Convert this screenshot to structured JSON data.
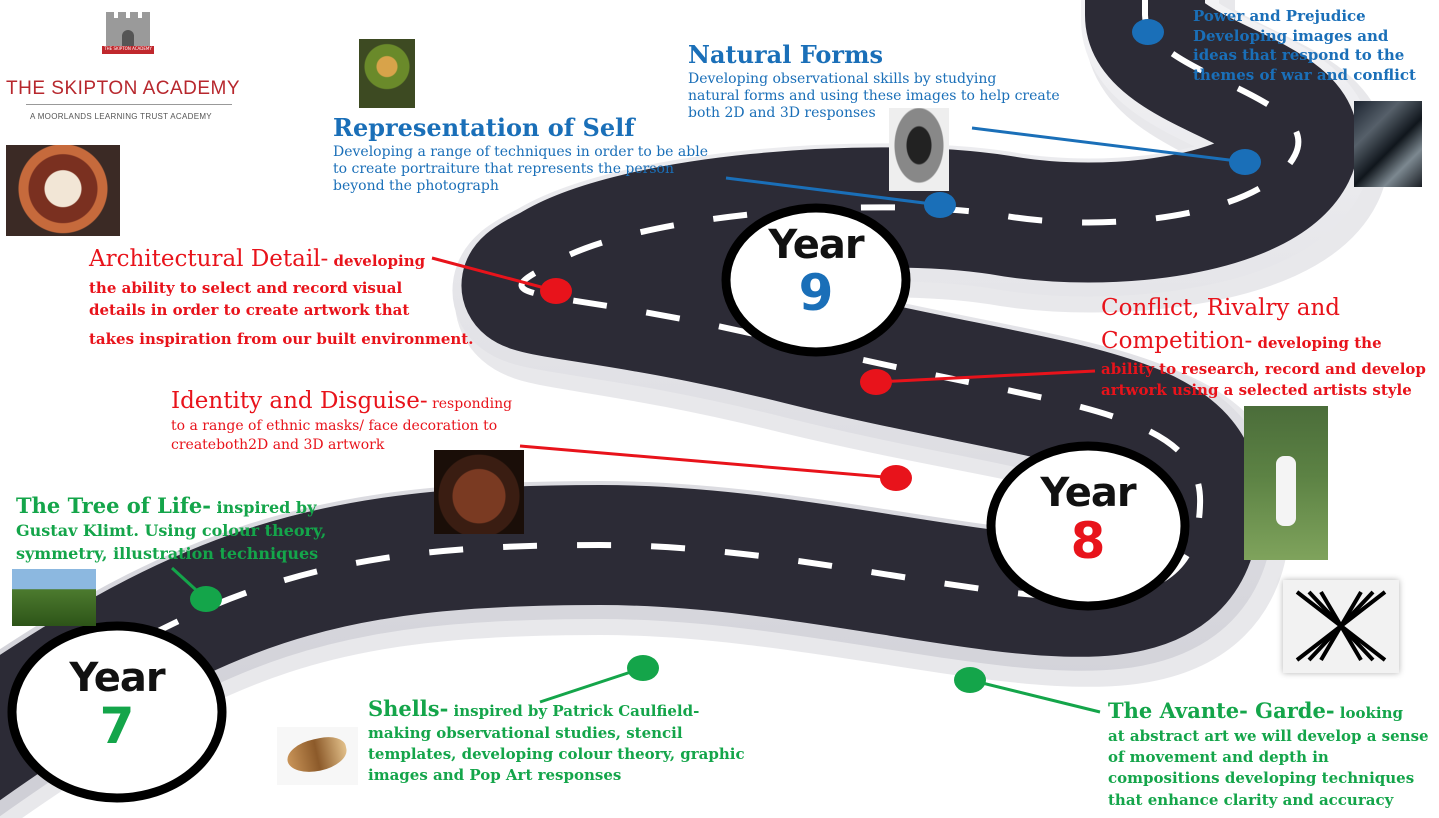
{
  "school": {
    "name": "THE SKIPTON ACADEMY",
    "tagline": "A MOORLANDS LEARNING TRUST ACADEMY",
    "crest_text": "THE SKIPTON ACADEMY"
  },
  "years": [
    {
      "word": "Year",
      "number": "7",
      "color": "#14a54a"
    },
    {
      "word": "Year",
      "number": "8",
      "color": "#e8131b"
    },
    {
      "word": "Year",
      "number": "9",
      "color": "#1a6fb8"
    }
  ],
  "topics": {
    "natural_forms": {
      "title": "Natural Forms",
      "lines": [
        "Developing observational skills by studying",
        "natural forms and using these images to help create",
        "both 2D and 3D responses"
      ]
    },
    "power": {
      "lines": [
        "Power and Prejudice",
        "Developing images and",
        "ideas that respond to the",
        "themes of war and conflict"
      ]
    },
    "self": {
      "title": "Representation of Self",
      "lines": [
        "Developing a range of techniques in order to be able",
        "to  create portraiture that represents the person",
        "beyond the photograph"
      ]
    },
    "architecture": {
      "title": "Architectural Detail-",
      "first": "developing",
      "lines": [
        "the ability to select and record visual",
        "details in order to create artwork that",
        "takes inspiration from our built environment."
      ]
    },
    "conflict": {
      "title_1": "Conflict, Rivalry and",
      "title_2": "Competition-",
      "first": "developing the",
      "lines": [
        "ability to research, record and develop",
        "artwork using a selected artists style"
      ]
    },
    "identity": {
      "title": "Identity and Disguise-",
      "first": "responding",
      "lines": [
        "to a range of ethnic masks/ face decoration to",
        "createboth2D and 3D artwork"
      ]
    },
    "tree": {
      "title": "The Tree of Life-",
      "first": "inspired by",
      "lines": [
        "Gustav Klimt. Using colour theory,",
        "symmetry, illustration techniques"
      ]
    },
    "shells": {
      "title": "Shells-",
      "first": "inspired by Patrick Caulfield-",
      "lines": [
        "making observational studies, stencil",
        "templates, developing colour theory, graphic",
        "images and Pop Art responses"
      ]
    },
    "avante": {
      "title": "The Avante- Garde-",
      "first": "looking",
      "lines": [
        "at abstract art we will develop a sense",
        "of movement and depth in",
        "compositions developing techniques",
        "that enhance clarity and accuracy"
      ]
    }
  },
  "colors": {
    "road": "#2c2b36",
    "road_edge": "#e6e6ea",
    "year7": "#14a54a",
    "year8": "#e8131b",
    "year9": "#1a6fb8"
  }
}
